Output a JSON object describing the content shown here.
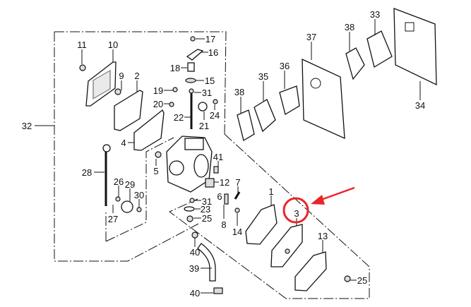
{
  "diagram": {
    "highlight_color": "#e8262a",
    "highlighted_part": "3",
    "labels": {
      "p1": "1",
      "p2": "2",
      "p3": "3",
      "p4": "4",
      "p5": "5",
      "p6": "6",
      "p7": "7",
      "p8": "8",
      "p9": "9",
      "p10": "10",
      "p11": "11",
      "p12": "12",
      "p13": "13",
      "p14": "14",
      "p15": "15",
      "p16": "16",
      "p17": "17",
      "p18": "18",
      "p19": "19",
      "p20": "20",
      "p21": "21",
      "p22": "22",
      "p23": "23",
      "p24": "24",
      "p25a": "25",
      "p25b": "25",
      "p26": "26",
      "p27": "27",
      "p28": "28",
      "p29": "29",
      "p30": "30",
      "p31a": "31",
      "p31b": "31",
      "p32": "32",
      "p33": "33",
      "p34": "34",
      "p35": "35",
      "p36": "36",
      "p37": "37",
      "p38a": "38",
      "p38b": "38",
      "p39": "39",
      "p40a": "40",
      "p40b": "40",
      "p41": "41"
    }
  }
}
